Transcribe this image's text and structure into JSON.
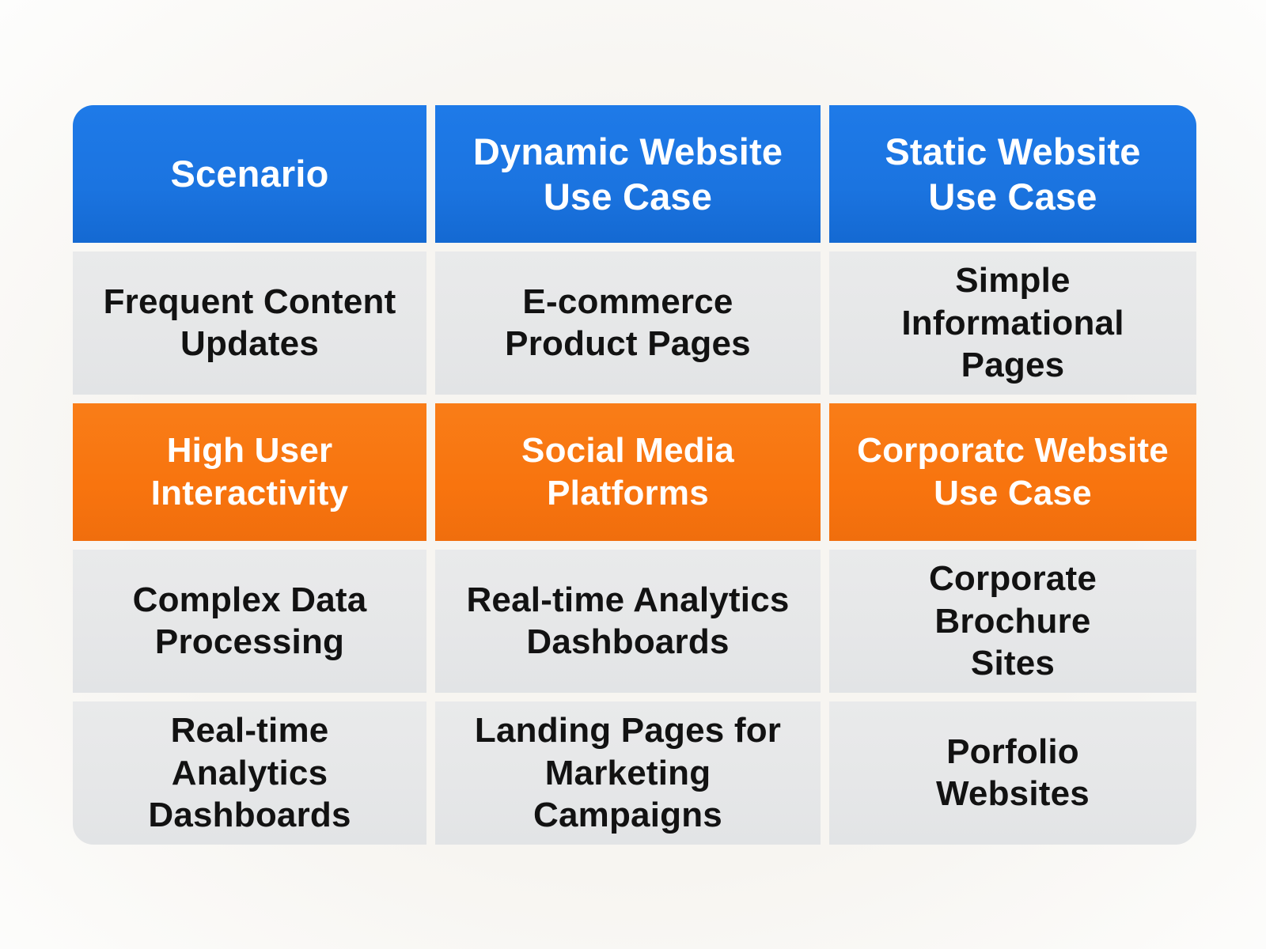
{
  "table": {
    "header": [
      "Scenario",
      "Dynamic Website\nUse Case",
      "Static Website\nUse Case"
    ],
    "rows": [
      [
        "Frequent Content\nUpdates",
        "E-commerce\nProduct Pages",
        "Simple Informational\nPages"
      ],
      [
        "High User\nInteractivity",
        "Social Media\nPlatforms",
        "Corporatc Website\nUse Case"
      ],
      [
        "Complex Data\nProcessing",
        "Real-time Analytics\nDashboards",
        "Corporate Brochure\nSites"
      ],
      [
        "Real-time Analytics\nDashboards",
        "Landing Pages for\nMarketing Campaigns",
        "Porfolio\nWebsites"
      ]
    ],
    "row_styles": [
      "default",
      "highlight",
      "default",
      "default"
    ]
  },
  "colors": {
    "header_bg": "#1b74e0",
    "header_text": "#ffffff",
    "highlight_bg": "#f8740e",
    "highlight_text": "#ffffff",
    "cell_bg": "#e6e7e8",
    "cell_text": "#121212",
    "page_bg": "#f7f5f1",
    "page_edge": "#fdfdfc"
  },
  "chart_data": {
    "type": "table",
    "title": "",
    "columns": [
      "Scenario",
      "Dynamic Website Use Case",
      "Static Website Use Case"
    ],
    "rows": [
      [
        "Frequent Content Updates",
        "E-commerce Product Pages",
        "Simple Informational Pages"
      ],
      [
        "High User Interactivity",
        "Social Media Platforms",
        "Corporatc Website Use Case"
      ],
      [
        "Complex Data Processing",
        "Real-time Analytics Dashboards",
        "Corporate Brochure Sites"
      ],
      [
        "Real-time Analytics Dashboards",
        "Landing Pages for Marketing Campaigns",
        "Porfolio Websites"
      ]
    ],
    "highlighted_row_index": 1,
    "header_color": "#1b74e0",
    "highlight_color": "#f8740e",
    "body_color": "#e6e7e8"
  }
}
